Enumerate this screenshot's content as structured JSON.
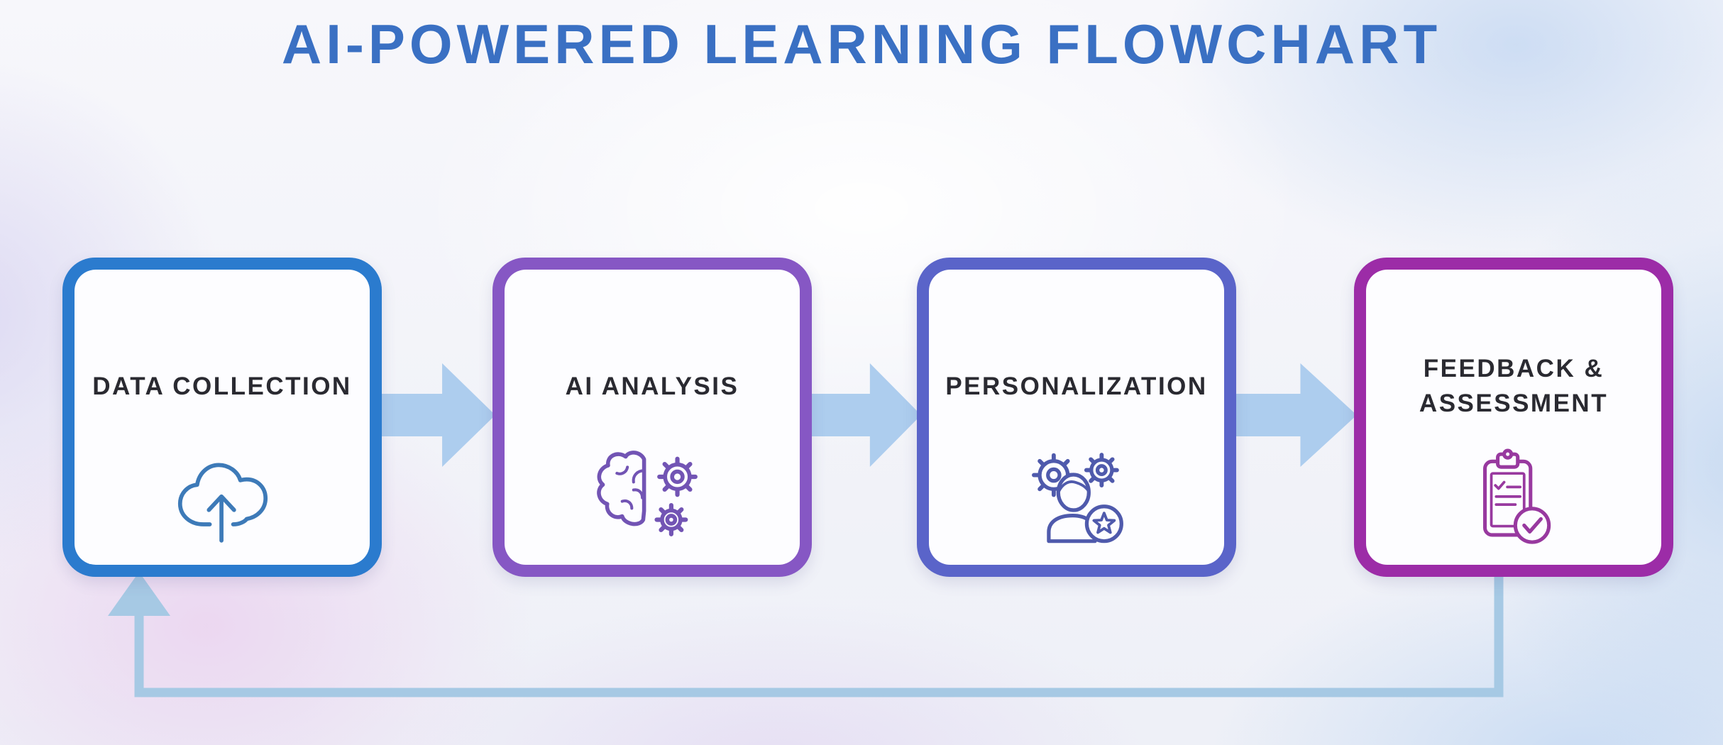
{
  "title": {
    "text": "AI-POWERED LEARNING FLOWCHART",
    "color": "#3a70c3"
  },
  "steps": [
    {
      "label": "DATA COLLECTION",
      "icon": "cloud-upload-icon",
      "border_color": "#2b7bce",
      "icon_color": "#3d7ab8"
    },
    {
      "label": "AI ANALYSIS",
      "icon": "brain-gears-icon",
      "border_color": "#8657c4",
      "icon_color": "#7254b4"
    },
    {
      "label": "PERSONALIZATION",
      "icon": "user-gears-star-icon",
      "border_color": "#5a64c9",
      "icon_color": "#4f5aac"
    },
    {
      "label": "FEEDBACK & ASSESSMENT",
      "icon": "clipboard-check-icon",
      "border_color": "#9c2ca7",
      "icon_color": "#98399f"
    }
  ],
  "connectors": {
    "arrow_color": "#adcdee",
    "loop_color": "#a6c9e4"
  },
  "text_color": "#2a2a31"
}
